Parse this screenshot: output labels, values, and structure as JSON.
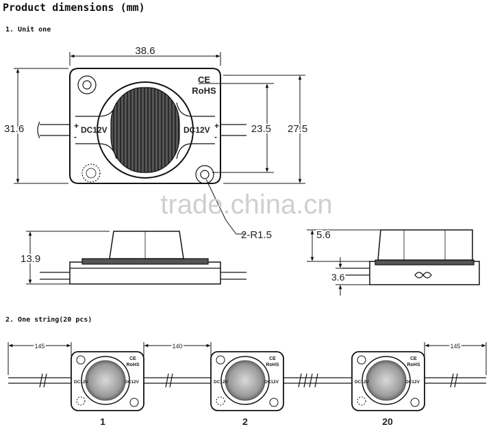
{
  "header": {
    "title": "Product dimensions (mm)"
  },
  "sections": {
    "unit": "1. Unit one",
    "string": "2. One string(20 pcs)"
  },
  "unit_top": {
    "width": "38.6",
    "height": "31.6",
    "inner_height": "23.5",
    "outer_height": "27.5",
    "hole_callout": "2-R1.5",
    "label_ce": "CE",
    "label_rohs": "RoHS",
    "label_voltage": "DC12V",
    "plus": "+",
    "minus": "-"
  },
  "unit_side": {
    "height": "13.9"
  },
  "unit_end": {
    "top_dim": "5.6",
    "base_dim": "3.6"
  },
  "string": {
    "lead_left": "145",
    "spacing": "140",
    "lead_right": "145",
    "module_labels": [
      "1",
      "2",
      "20"
    ],
    "label_ce": "CE",
    "label_rohs": "RoHS",
    "label_voltage": "DC12V"
  },
  "watermark": "trade.china.cn"
}
